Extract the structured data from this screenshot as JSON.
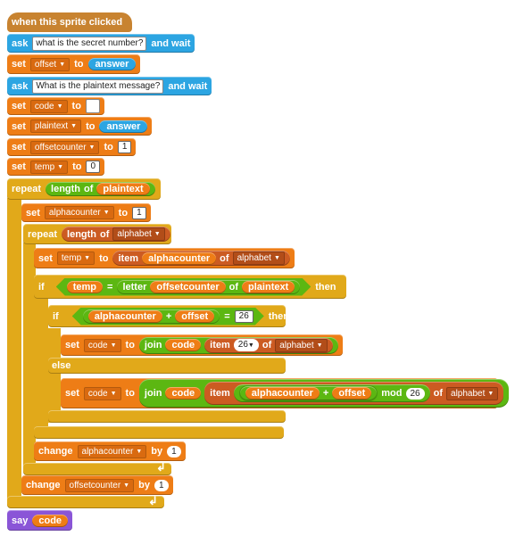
{
  "script": {
    "hat": {
      "label": "when this sprite clicked"
    },
    "ask1": {
      "label": "ask",
      "input": "what is the secret number?",
      "wait": "and wait"
    },
    "set_offset": {
      "label": "set",
      "var": "offset",
      "to": "to",
      "value": "answer"
    },
    "ask2": {
      "label": "ask",
      "input": "What is the plaintext message?",
      "wait": "and wait"
    },
    "set_code": {
      "label": "set",
      "var": "code",
      "to": "to",
      "value": ""
    },
    "set_plaintext": {
      "label": "set",
      "var": "plaintext",
      "to": "to",
      "value": "answer"
    },
    "set_offsetcounter": {
      "label": "set",
      "var": "offsetcounter",
      "to": "to",
      "value": "1"
    },
    "set_temp": {
      "label": "set",
      "var": "temp",
      "to": "to",
      "value": "0"
    },
    "repeat_outer": {
      "label": "repeat",
      "length": "length",
      "of": "of",
      "var": "plaintext"
    },
    "set_alphacounter": {
      "label": "set",
      "var": "alphacounter",
      "to": "to",
      "value": "1"
    },
    "repeat_inner": {
      "label": "repeat",
      "length": "length",
      "of": "of",
      "list": "alphabet"
    },
    "set_temp_item": {
      "label": "set",
      "var": "temp",
      "to": "to",
      "item": "item",
      "index": "alphacounter",
      "of": "of",
      "list": "alphabet"
    },
    "if_outer": {
      "label": "if",
      "left": "temp",
      "op": "=",
      "letter": "letter",
      "index": "offsetcounter",
      "of": "of",
      "var": "plaintext",
      "then": "then"
    },
    "if_inner": {
      "label": "if",
      "left": "alphacounter",
      "plus": "+",
      "right": "offset",
      "op": "=",
      "value": "26",
      "then": "then"
    },
    "set_code_26": {
      "label": "set",
      "var": "code",
      "to": "to",
      "join": "join",
      "arg": "code",
      "item": "item",
      "index": "26",
      "of": "of",
      "list": "alphabet"
    },
    "else": {
      "label": "else"
    },
    "set_code_mod": {
      "label": "set",
      "var": "code",
      "to": "to",
      "join": "join",
      "arg": "code",
      "item": "item",
      "index": "alphacounter",
      "plus": "+",
      "offset": "offset",
      "mod": "mod",
      "modval": "26",
      "of": "of",
      "list": "alphabet"
    },
    "change_alphacounter": {
      "label": "change",
      "var": "alphacounter",
      "by": "by",
      "value": "1"
    },
    "change_offsetcounter": {
      "label": "change",
      "var": "offsetcounter",
      "by": "by",
      "value": "1"
    },
    "say": {
      "label": "say",
      "value": "code"
    }
  },
  "colors": {
    "control": "#e1a91a",
    "events": "#c88330",
    "sensing": "#2ca5e2",
    "variables": "#ee7d16",
    "operators": "#5cb712",
    "lists": "#cc5b22",
    "looks": "#8a55d7"
  },
  "icons": {
    "dropdown": "triangle-down-icon",
    "loop": "turn-arrow-icon"
  }
}
